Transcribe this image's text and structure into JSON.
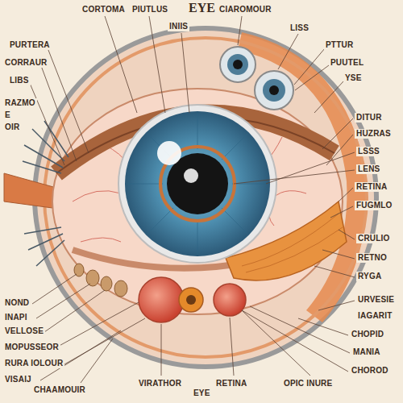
{
  "diagram": {
    "title": "EYE",
    "labels": [
      "CORTOMA",
      "PIUTLUS",
      "INIIS",
      "CIAROMOUR",
      "LISS",
      "PTTUR",
      "PUUTEL",
      "YSE",
      "PURTERA",
      "CORRAUR",
      "LIBS",
      "RAZMO",
      "E",
      "OIR",
      "DITUR",
      "HUZRAS",
      "LSSS",
      "LENS",
      "RETINA",
      "FUGMLO",
      "CRULIO",
      "RETNO",
      "RYGA",
      "URVESIE",
      "IAGARIT",
      "CHOPID",
      "MANIA",
      "CHOROD",
      "NOND",
      "INAPI",
      "VELLOSE",
      "MOPUSSEOR",
      "RURA IOLOUR",
      "VISAIJ",
      "CHAAMOUIR",
      "VIRATHOR",
      "RETINA",
      "OPIC INURE",
      "EYE"
    ]
  }
}
